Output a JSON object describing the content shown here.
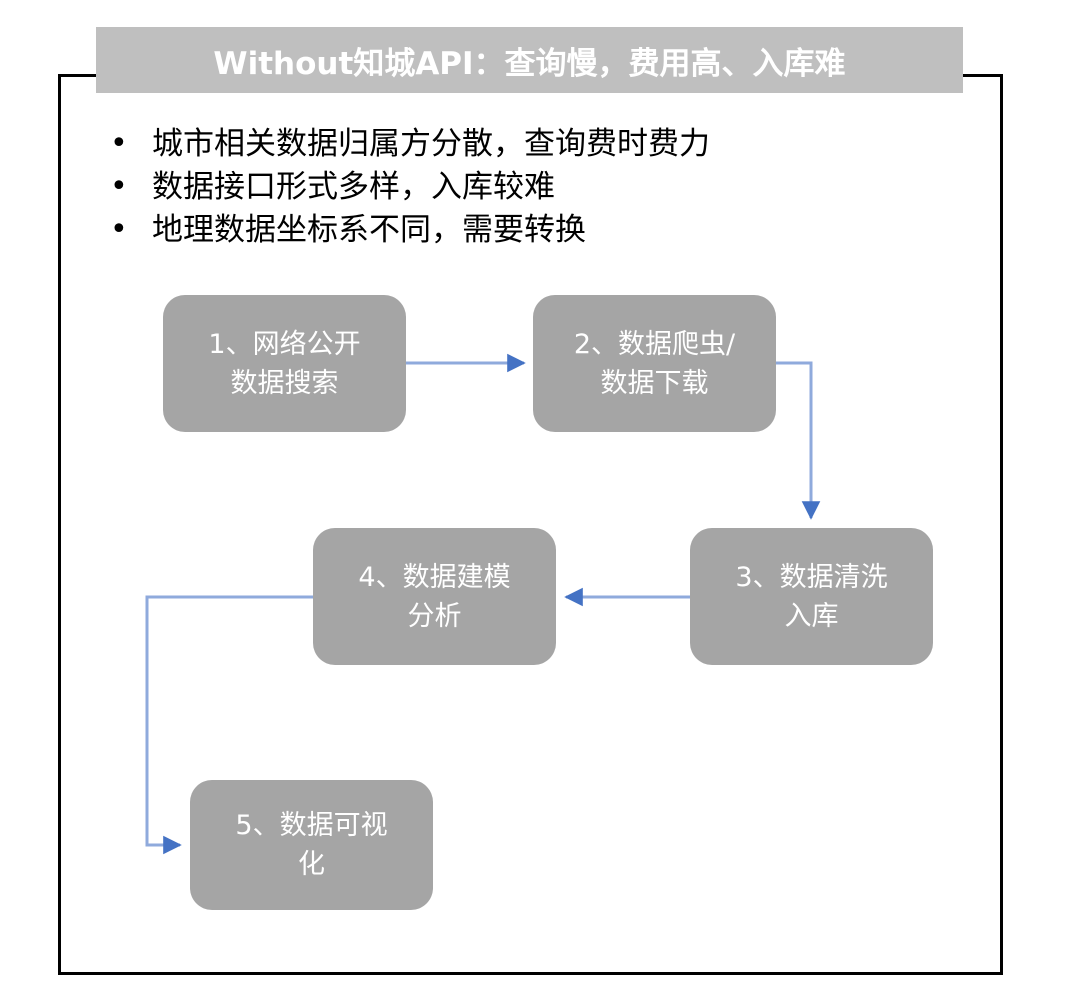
{
  "slide": {
    "title": "Without知城API：查询慢，费用高、入库难",
    "bullet_marker": "•",
    "bullets": [
      "城市相关数据归属方分散，查询费时费力",
      "数据接口形式多样，入库较难",
      "地理数据坐标系不同，需要转换"
    ]
  },
  "flowchart": {
    "nodes": [
      {
        "id": "1",
        "label": "1、网络公开\n数据搜索"
      },
      {
        "id": "2",
        "label": "2、数据爬虫/\n数据下载"
      },
      {
        "id": "3",
        "label": "3、数据清洗\n入库"
      },
      {
        "id": "4",
        "label": "4、数据建模\n分析"
      },
      {
        "id": "5",
        "label": "5、数据可视\n化"
      }
    ],
    "connectors": [
      {
        "from": "1",
        "to": "2",
        "direction": "right"
      },
      {
        "from": "2",
        "to": "3",
        "direction": "down"
      },
      {
        "from": "3",
        "to": "4",
        "direction": "left"
      },
      {
        "from": "4",
        "to": "5",
        "direction": "down-left"
      }
    ]
  },
  "colors": {
    "title_bar": "#bfbfbf",
    "title_text": "#ffffff",
    "node_fill": "#a5a5a5",
    "node_text": "#ffffff",
    "connector_line": "#8faadc",
    "connector_head": "#4472c4",
    "frame_border": "#000000",
    "body_text": "#000000",
    "background": "#ffffff"
  }
}
